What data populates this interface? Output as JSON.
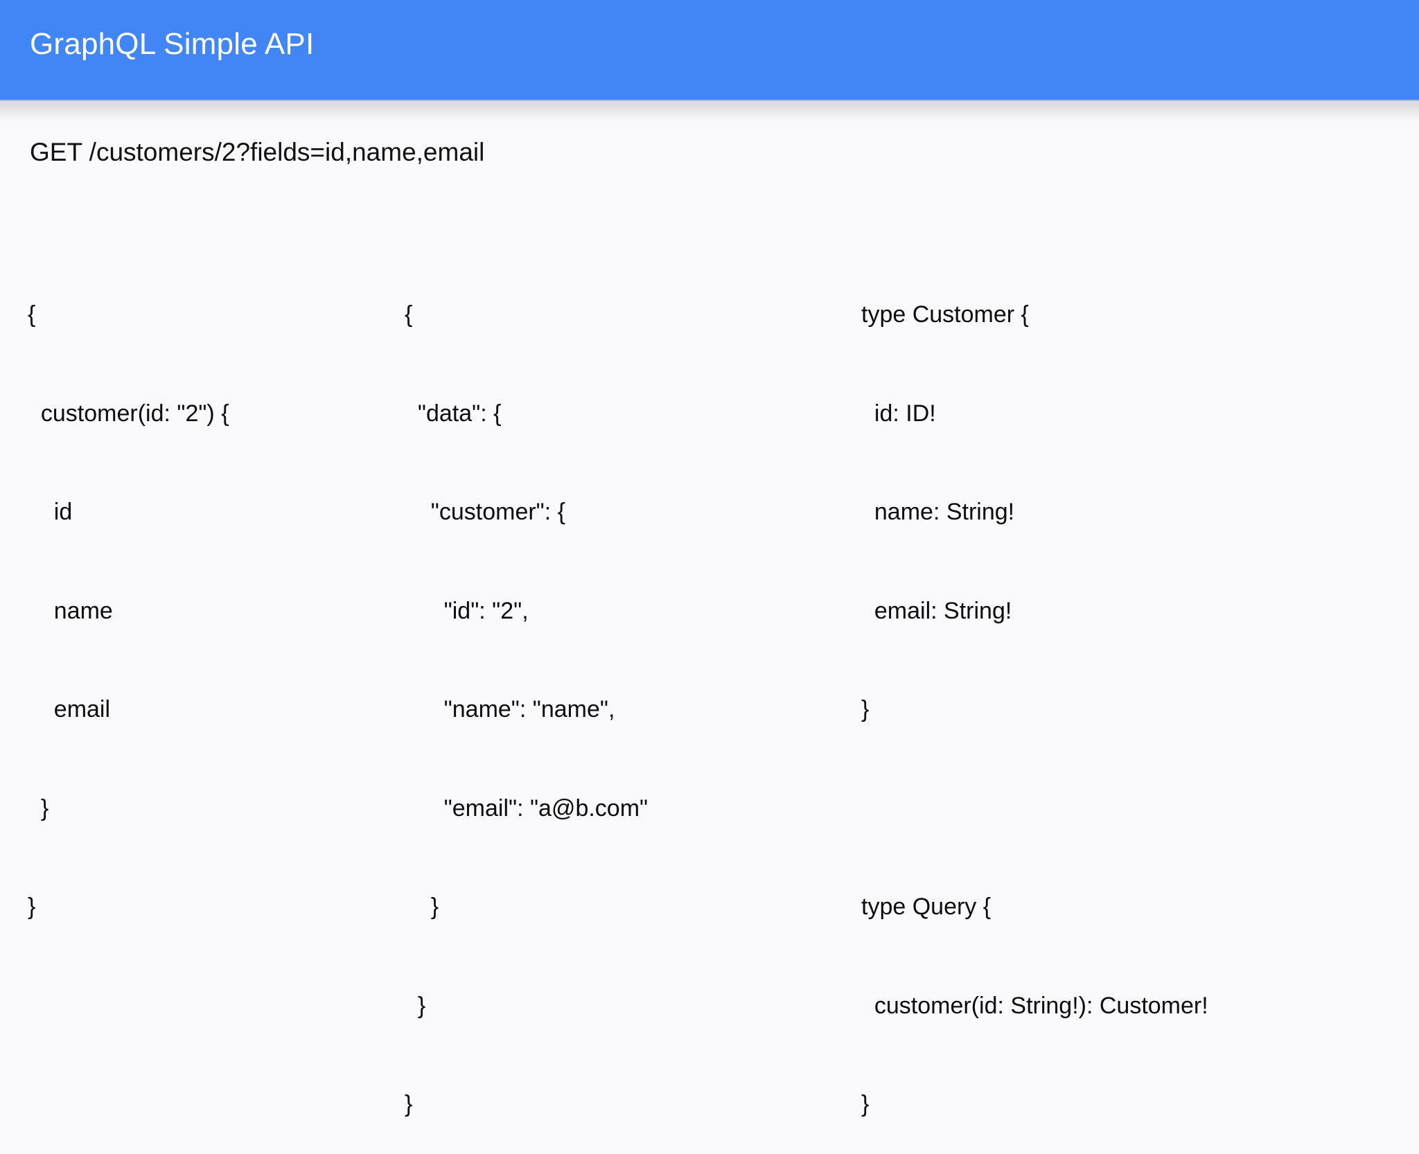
{
  "header": {
    "title": "GraphQL Simple API",
    "background_color": "#4285f4",
    "text_color": "#ffffff"
  },
  "page": {
    "background_color": "#f9f8fb",
    "text_color": "#0d0d0d"
  },
  "request": {
    "label": "GET /customers/2?fields=id,name,email",
    "method": "GET",
    "path": "/customers/2",
    "query_string": "fields=id,name,email"
  },
  "columns": {
    "query": {
      "name": "graphql-query",
      "lines": [
        "{",
        "  customer(id: \"2\") {",
        "    id",
        "    name",
        "    email",
        "  }",
        "}"
      ]
    },
    "response": {
      "name": "json-response",
      "lines": [
        "{",
        "  \"data\": {",
        "    \"customer\": {",
        "      \"id\": \"2\",",
        "      \"name\": \"name\",",
        "      \"email\": \"a@b.com\"",
        "    }",
        "  }",
        "}"
      ]
    },
    "schema": {
      "name": "graphql-schema",
      "lines": [
        "type Customer {",
        "  id: ID!",
        "  name: String!",
        "  email: String!",
        "}",
        "",
        "type Query {",
        "  customer(id: String!): Customer!",
        "}"
      ]
    }
  }
}
